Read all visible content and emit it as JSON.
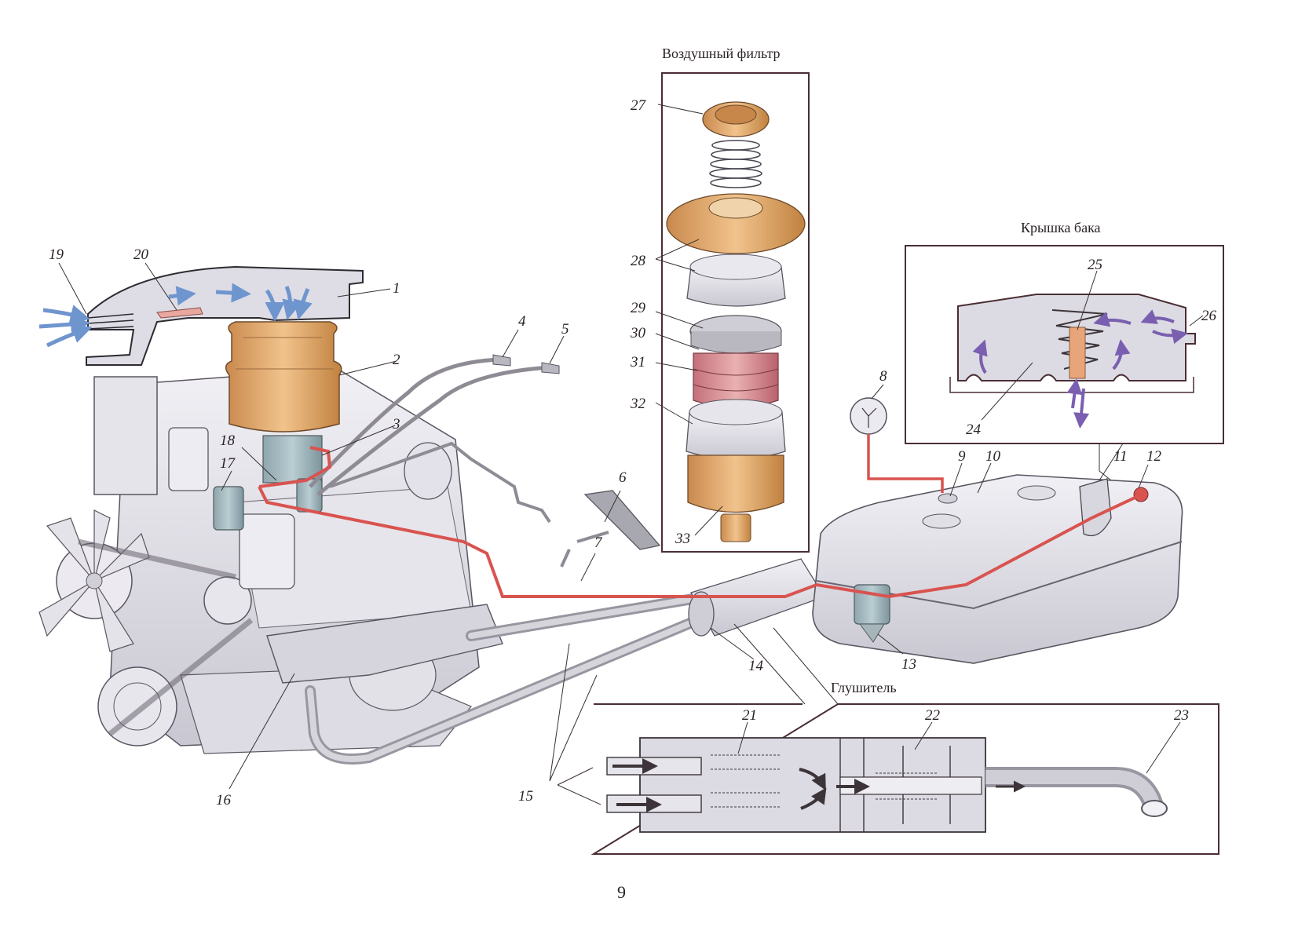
{
  "captions": {
    "air_filter": "Воздушный фильтр",
    "tank_cap": "Крышка бака",
    "muffler": "Глушитель"
  },
  "page_number": "9",
  "callouts": {
    "c1": "1",
    "c2": "2",
    "c3": "3",
    "c4": "4",
    "c5": "5",
    "c6": "6",
    "c7": "7",
    "c8": "8",
    "c9": "9",
    "c10": "10",
    "c11": "11",
    "c12": "12",
    "c13": "13",
    "c14": "14",
    "c15": "15",
    "c16": "16",
    "c17": "17",
    "c18": "18",
    "c19": "19",
    "c20": "20",
    "c21": "21",
    "c22": "22",
    "c23": "23",
    "c24": "24",
    "c25": "25",
    "c26": "26",
    "c27": "27",
    "c28": "28",
    "c29": "29",
    "c30": "30",
    "c31": "31",
    "c32": "32",
    "c33": "33"
  },
  "colors": {
    "fuel_line": "#d9534f",
    "filter_orange": "#e0a66a",
    "metal": "#dcdbe2",
    "air_arrow": "#6f95cf",
    "vapor_arrow": "#7a5fb0",
    "frame": "#4a2e34"
  }
}
